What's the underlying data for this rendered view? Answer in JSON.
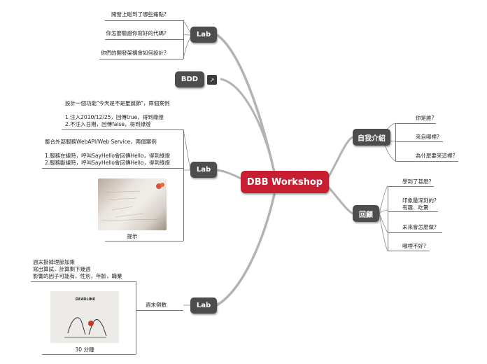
{
  "root": {
    "label": "DBB Workshop"
  },
  "lab_top": {
    "label": "Lab",
    "items": [
      "開發上碰到了哪些痛點?",
      "你怎麼驗證你寫好的代碼?",
      "你們的開發架構會如何設計?"
    ]
  },
  "bdd": {
    "label": "BDD",
    "icon": "share-icon"
  },
  "lab_mid": {
    "label": "Lab",
    "block1": [
      "設計一個功能\"今天是不是聖誕節\"，兩個案例",
      "",
      "1.注入2010/12/25，回傳true，得到綠燈",
      "2.不注入日期，回傳false，得到綠燈"
    ],
    "block2": [
      "整合外部服務WebAPI/Web Service，兩個案例",
      "",
      "1.服務在線時，呼叫SayHello會回傳Hello，得到綠燈",
      "2.服務斷線時，呼叫SayHello會回傳Hello，得到綠燈"
    ],
    "photo_caption": "提示"
  },
  "lab_bottom": {
    "label": "Lab",
    "branch": "週末倒數",
    "block": [
      "週末掛掉理節加乘",
      "寫出算試，計算剩下幾週",
      "影響的因子可能有，性別，年齡，職業"
    ],
    "photo_caption": "30 分鐘",
    "photo_text": "DEADLINE"
  },
  "intro": {
    "label": "自我介紹",
    "items": [
      "你是誰?",
      "來自哪裡?",
      "為什麼要來這裡?"
    ]
  },
  "review": {
    "label": "回顧",
    "items": [
      "學到了甚麼?",
      "印象最深刻的?\n有趣、吃驚",
      "未來會怎麼做?",
      "哪裡不好?"
    ]
  },
  "colors": {
    "root": "#c81e32",
    "node": "#4d4d4d",
    "branch": "#b3b3b3"
  }
}
